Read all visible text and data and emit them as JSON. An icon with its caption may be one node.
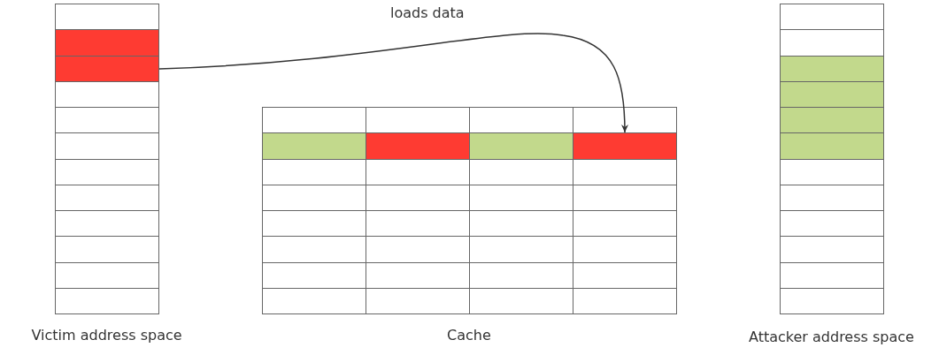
{
  "diagram": {
    "nodes": [
      {
        "text": [
          "Victim address space"
        ]
      },
      {
        "text": [],
        "shape": "box",
        "in": 0
      },
      {
        "text": [],
        "shape": "box",
        "in": 0
      },
      {
        "text": [
          "Cache"
        ]
      },
      {
        "text": [],
        "shape": "box",
        "in": 3
      },
      {
        "text": [
          "Attacker address space"
        ]
      }
    ],
    "edges": [
      {
        "from": 2,
        "to": 4,
        "arrow": "to",
        "label": "loads data"
      }
    ]
  }
}
